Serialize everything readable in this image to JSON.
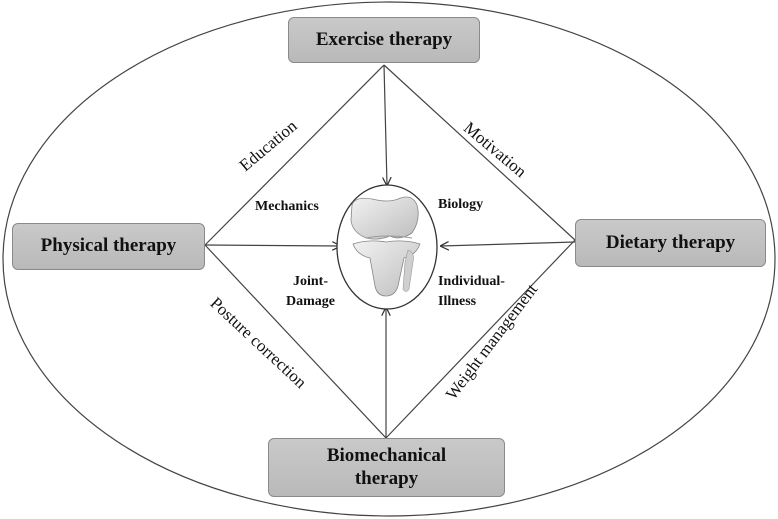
{
  "boxes": {
    "exercise": "Exercise therapy",
    "physical": "Physical therapy",
    "dietary": "Dietary therapy",
    "biomechanical_line1": "Biomechanical",
    "biomechanical_line2": "therapy"
  },
  "edges": {
    "education": "Education",
    "motivation": "Motivation",
    "posture": "Posture correction",
    "weight": "Weight management"
  },
  "center": {
    "mechanics": "Mechanics",
    "biology": "Biology",
    "joint_line1": "Joint-",
    "joint_line2": "Damage",
    "individual_line1": "Individual-",
    "individual_line2": "Illness"
  }
}
